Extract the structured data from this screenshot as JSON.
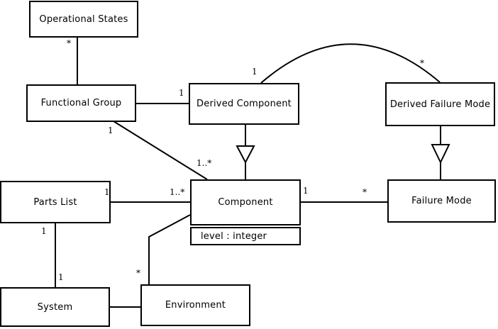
{
  "diagram_type": "uml-class-diagram",
  "colors": {
    "line": "#000000",
    "background": "#ffffff",
    "box_fill": "#ffffff",
    "text": "#000000"
  },
  "classes": {
    "operational_states": {
      "name": "Operational States"
    },
    "functional_group": {
      "name": "Functional Group"
    },
    "derived_component": {
      "name": "Derived Component"
    },
    "derived_failure_mode": {
      "name": "Derived Failure Mode"
    },
    "parts_list": {
      "name": "Parts List"
    },
    "component": {
      "name": "Component",
      "attribute": "level : integer"
    },
    "failure_mode": {
      "name": "Failure Mode"
    },
    "system": {
      "name": "System"
    },
    "environment": {
      "name": "Environment"
    }
  },
  "associations": [
    {
      "source": "Operational States",
      "target": "Functional Group",
      "type": "association",
      "source_label": "*",
      "target_label": ""
    },
    {
      "source": "Functional Group",
      "target": "Derived Component",
      "type": "association",
      "source_label": "",
      "target_label": "1"
    },
    {
      "source": "Functional Group",
      "target": "Component",
      "type": "association",
      "source_label": "1",
      "target_label": "1..*"
    },
    {
      "source": "Derived Component",
      "target": "Derived Failure Mode",
      "type": "association-arc",
      "source_label": "1",
      "target_label": "*"
    },
    {
      "source": "Derived Component",
      "target": "Component",
      "type": "generalization",
      "source_label": "",
      "target_label": ""
    },
    {
      "source": "Derived Failure Mode",
      "target": "Failure Mode",
      "type": "generalization",
      "source_label": "",
      "target_label": ""
    },
    {
      "source": "Parts List",
      "target": "Component",
      "type": "association",
      "source_label": "1",
      "target_label": "1..*"
    },
    {
      "source": "Component",
      "target": "Failure Mode",
      "type": "association",
      "source_label": "1",
      "target_label": "*"
    },
    {
      "source": "Parts List",
      "target": "System",
      "type": "association",
      "source_label": "1",
      "target_label": "1"
    },
    {
      "source": "System",
      "target": "Environment",
      "type": "association",
      "source_label": "",
      "target_label": ""
    },
    {
      "source": "Component",
      "target": "Environment",
      "type": "association",
      "source_label": "",
      "target_label": "*"
    }
  ]
}
